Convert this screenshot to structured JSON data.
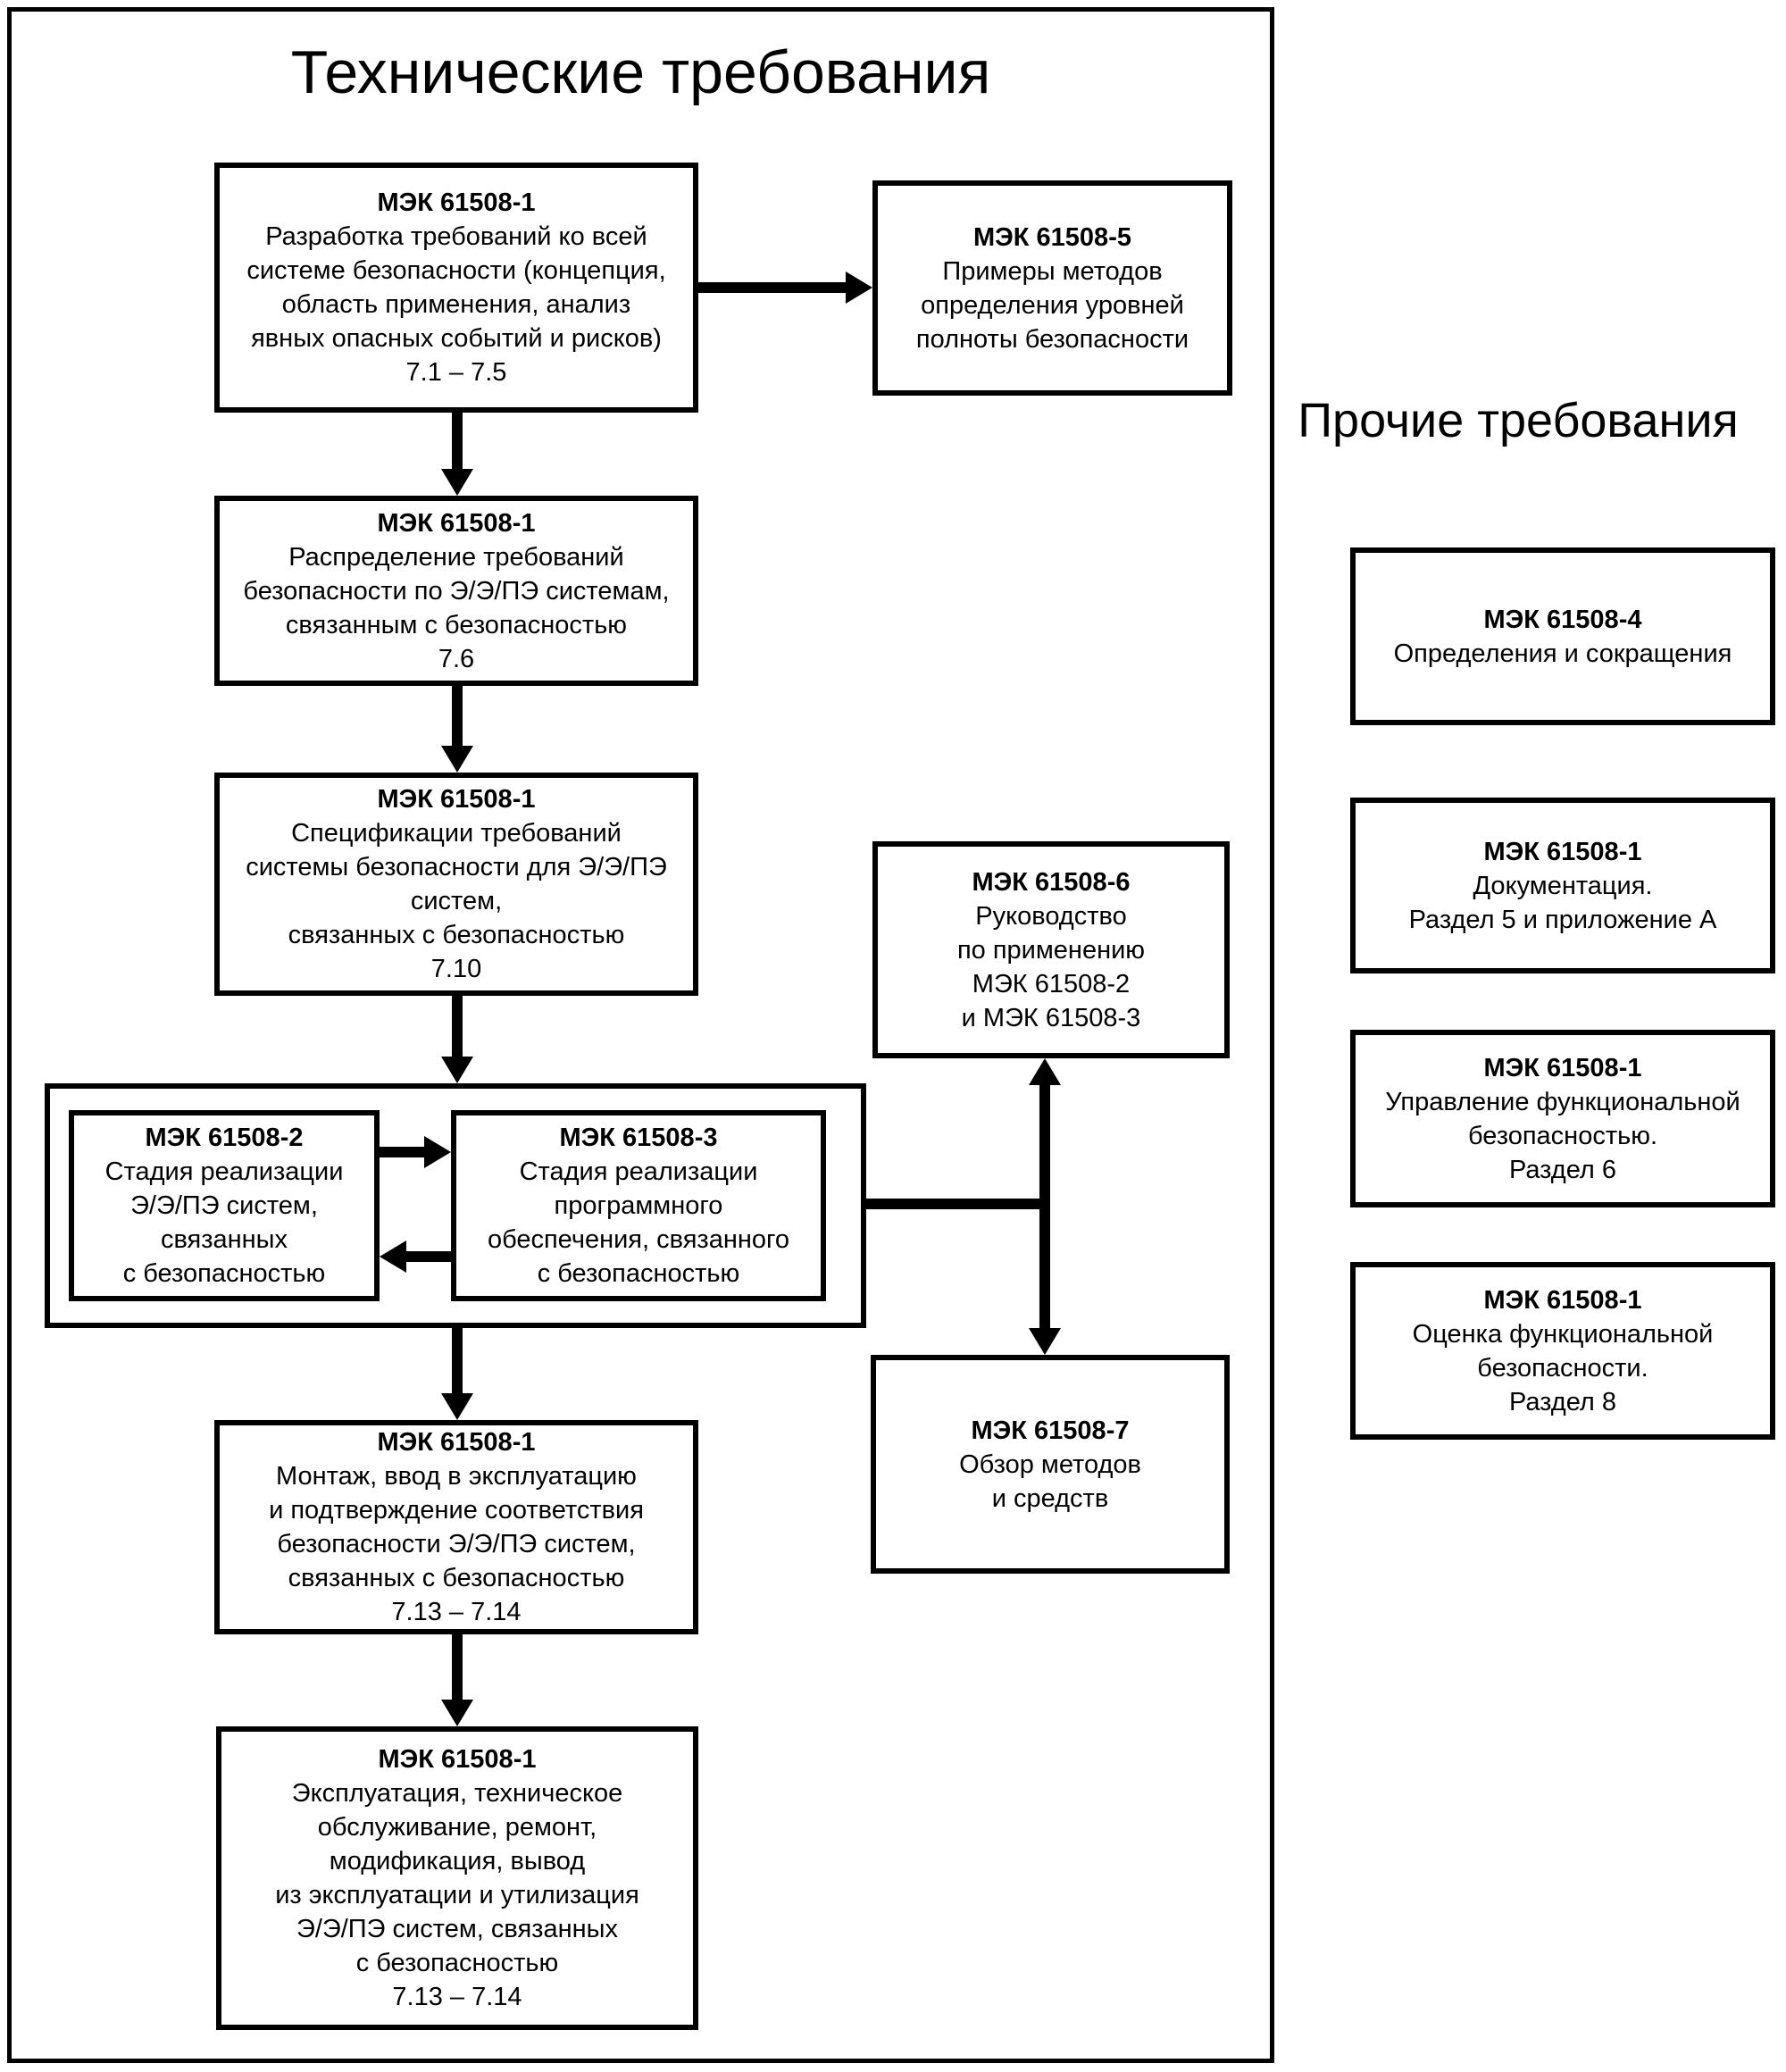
{
  "titles": {
    "technical": "Технические требования",
    "other": "Прочие требования"
  },
  "boxes": {
    "development": {
      "code": "МЭК 61508-1",
      "body": "Разработка требований ко всей\nсистеме безопасности (концепция,\nобласть применения, анализ\nявных опасных событий и рисков)\n7.1 – 7.5"
    },
    "allocation": {
      "code": "МЭК 61508-1",
      "body": "Распределение требований\nбезопасности по Э/Э/ПЭ системам,\nсвязанным с безопасностью\n7.6"
    },
    "specification": {
      "code": "МЭК 61508-1",
      "body": "Спецификации требований\nсистемы безопасности для Э/Э/ПЭ\nсистем,\nсвязанных с безопасностью\n7.10"
    },
    "realisation_hw": {
      "code": "МЭК 61508-2",
      "body": "Стадия реализации\nЭ/Э/ПЭ систем,\nсвязанных\nс безопасностью"
    },
    "realisation_sw": {
      "code": "МЭК 61508-3",
      "body": "Стадия реализации\nпрограммного\nобеспечения, связанного\nс безопасностью"
    },
    "installation": {
      "code": "МЭК 61508-1",
      "body": "Монтаж, ввод в эксплуатацию\nи подтверждение соответствия\nбезопасности Э/Э/ПЭ систем,\nсвязанных с безопасностью\n7.13 – 7.14"
    },
    "operation": {
      "code": "МЭК 61508-1",
      "body": "Эксплуатация, техническое\nобслуживание, ремонт,\nмодификация, вывод\nиз эксплуатации и утилизация\nЭ/Э/ПЭ систем, связанных\nс безопасностью\n7.13 – 7.14"
    },
    "sil_examples": {
      "code": "МЭК 61508-5",
      "body": "Примеры методов\nопределения уровней\nполноты безопасности"
    },
    "application_guide": {
      "code": "МЭК 61508-6",
      "body": "Руководство\nпо применению\nМЭК 61508-2\nи МЭК 61508-3"
    },
    "techniques_overview": {
      "code": "МЭК 61508-7",
      "body": "Обзор методов\nи средств"
    },
    "definitions": {
      "code": "МЭК 61508-4",
      "body": "Определения и сокращения"
    },
    "documentation": {
      "code": "МЭК 61508-1",
      "body": "Документация.\nРаздел 5 и приложение А"
    },
    "management": {
      "code": "МЭК 61508-1",
      "body": "Управление функциональной\nбезопасностью.\nРаздел 6"
    },
    "assessment": {
      "code": "МЭК 61508-1",
      "body": "Оценка функциональной\nбезопасности.\nРаздел 8"
    }
  }
}
